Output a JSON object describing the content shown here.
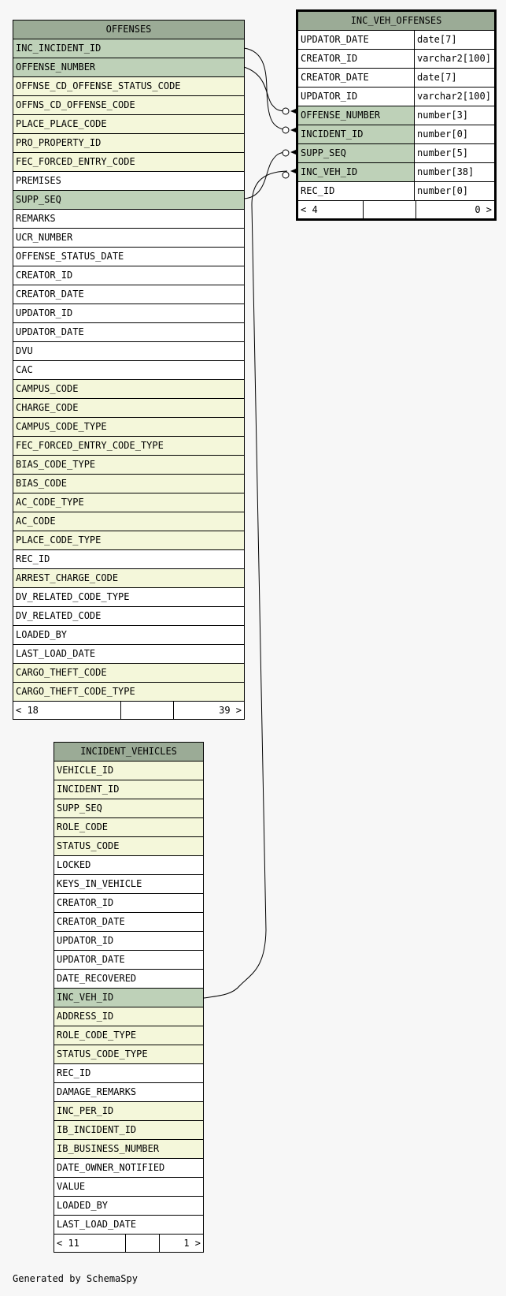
{
  "tables": {
    "offenses": {
      "title": "OFFENSES",
      "columns": [
        {
          "name": "INC_INCIDENT_ID",
          "kind": "fk"
        },
        {
          "name": "OFFENSE_NUMBER",
          "kind": "fk"
        },
        {
          "name": "OFFNSE_CD_OFFENSE_STATUS_CODE",
          "kind": "idx"
        },
        {
          "name": "OFFNS_CD_OFFENSE_CODE",
          "kind": "idx"
        },
        {
          "name": "PLACE_PLACE_CODE",
          "kind": "idx"
        },
        {
          "name": "PRO_PROPERTY_ID",
          "kind": "idx"
        },
        {
          "name": "FEC_FORCED_ENTRY_CODE",
          "kind": "idx"
        },
        {
          "name": "PREMISES",
          "kind": "plain"
        },
        {
          "name": "SUPP_SEQ",
          "kind": "fk"
        },
        {
          "name": "REMARKS",
          "kind": "plain"
        },
        {
          "name": "UCR_NUMBER",
          "kind": "plain"
        },
        {
          "name": "OFFENSE_STATUS_DATE",
          "kind": "plain"
        },
        {
          "name": "CREATOR_ID",
          "kind": "plain"
        },
        {
          "name": "CREATOR_DATE",
          "kind": "plain"
        },
        {
          "name": "UPDATOR_ID",
          "kind": "plain"
        },
        {
          "name": "UPDATOR_DATE",
          "kind": "plain"
        },
        {
          "name": "DVU",
          "kind": "plain"
        },
        {
          "name": "CAC",
          "kind": "plain"
        },
        {
          "name": "CAMPUS_CODE",
          "kind": "idx"
        },
        {
          "name": "CHARGE_CODE",
          "kind": "idx"
        },
        {
          "name": "CAMPUS_CODE_TYPE",
          "kind": "idx"
        },
        {
          "name": "FEC_FORCED_ENTRY_CODE_TYPE",
          "kind": "idx"
        },
        {
          "name": "BIAS_CODE_TYPE",
          "kind": "idx"
        },
        {
          "name": "BIAS_CODE",
          "kind": "idx"
        },
        {
          "name": "AC_CODE_TYPE",
          "kind": "idx"
        },
        {
          "name": "AC_CODE",
          "kind": "idx"
        },
        {
          "name": "PLACE_CODE_TYPE",
          "kind": "idx"
        },
        {
          "name": "REC_ID",
          "kind": "plain"
        },
        {
          "name": "ARREST_CHARGE_CODE",
          "kind": "idx"
        },
        {
          "name": "DV_RELATED_CODE_TYPE",
          "kind": "plain"
        },
        {
          "name": "DV_RELATED_CODE",
          "kind": "plain"
        },
        {
          "name": "LOADED_BY",
          "kind": "plain"
        },
        {
          "name": "LAST_LOAD_DATE",
          "kind": "plain"
        },
        {
          "name": "CARGO_THEFT_CODE",
          "kind": "idx"
        },
        {
          "name": "CARGO_THEFT_CODE_TYPE",
          "kind": "idx"
        }
      ],
      "footer": {
        "left": "< 18",
        "right": "39 >"
      }
    },
    "inc_veh_offenses": {
      "title": "INC_VEH_OFFENSES",
      "columns": [
        {
          "name": "UPDATOR_DATE",
          "type": "date[7]",
          "kind": "plain"
        },
        {
          "name": "CREATOR_ID",
          "type": "varchar2[100]",
          "kind": "plain"
        },
        {
          "name": "CREATOR_DATE",
          "type": "date[7]",
          "kind": "plain"
        },
        {
          "name": "UPDATOR_ID",
          "type": "varchar2[100]",
          "kind": "plain"
        },
        {
          "name": "OFFENSE_NUMBER",
          "type": "number[3]",
          "kind": "fk"
        },
        {
          "name": "INCIDENT_ID",
          "type": "number[0]",
          "kind": "fk"
        },
        {
          "name": "SUPP_SEQ",
          "type": "number[5]",
          "kind": "fk"
        },
        {
          "name": "INC_VEH_ID",
          "type": "number[38]",
          "kind": "fk"
        },
        {
          "name": "REC_ID",
          "type": "number[0]",
          "kind": "plain"
        }
      ],
      "footer": {
        "left": "< 4",
        "right": "0 >"
      }
    },
    "incident_vehicles": {
      "title": "INCIDENT_VEHICLES",
      "columns": [
        {
          "name": "VEHICLE_ID",
          "kind": "idx"
        },
        {
          "name": "INCIDENT_ID",
          "kind": "idx"
        },
        {
          "name": "SUPP_SEQ",
          "kind": "idx"
        },
        {
          "name": "ROLE_CODE",
          "kind": "idx"
        },
        {
          "name": "STATUS_CODE",
          "kind": "idx"
        },
        {
          "name": "LOCKED",
          "kind": "plain"
        },
        {
          "name": "KEYS_IN_VEHICLE",
          "kind": "plain"
        },
        {
          "name": "CREATOR_ID",
          "kind": "plain"
        },
        {
          "name": "CREATOR_DATE",
          "kind": "plain"
        },
        {
          "name": "UPDATOR_ID",
          "kind": "plain"
        },
        {
          "name": "UPDATOR_DATE",
          "kind": "plain"
        },
        {
          "name": "DATE_RECOVERED",
          "kind": "plain"
        },
        {
          "name": "INC_VEH_ID",
          "kind": "fk"
        },
        {
          "name": "ADDRESS_ID",
          "kind": "idx"
        },
        {
          "name": "ROLE_CODE_TYPE",
          "kind": "idx"
        },
        {
          "name": "STATUS_CODE_TYPE",
          "kind": "idx"
        },
        {
          "name": "REC_ID",
          "kind": "plain"
        },
        {
          "name": "DAMAGE_REMARKS",
          "kind": "plain"
        },
        {
          "name": "INC_PER_ID",
          "kind": "idx"
        },
        {
          "name": "IB_INCIDENT_ID",
          "kind": "idx"
        },
        {
          "name": "IB_BUSINESS_NUMBER",
          "kind": "idx"
        },
        {
          "name": "DATE_OWNER_NOTIFIED",
          "kind": "plain"
        },
        {
          "name": "VALUE",
          "kind": "plain"
        },
        {
          "name": "LOADED_BY",
          "kind": "plain"
        },
        {
          "name": "LAST_LOAD_DATE",
          "kind": "plain"
        }
      ],
      "footer": {
        "left": "< 11",
        "right": "1 >"
      }
    }
  },
  "generated_by": "Generated by SchemaSpy"
}
